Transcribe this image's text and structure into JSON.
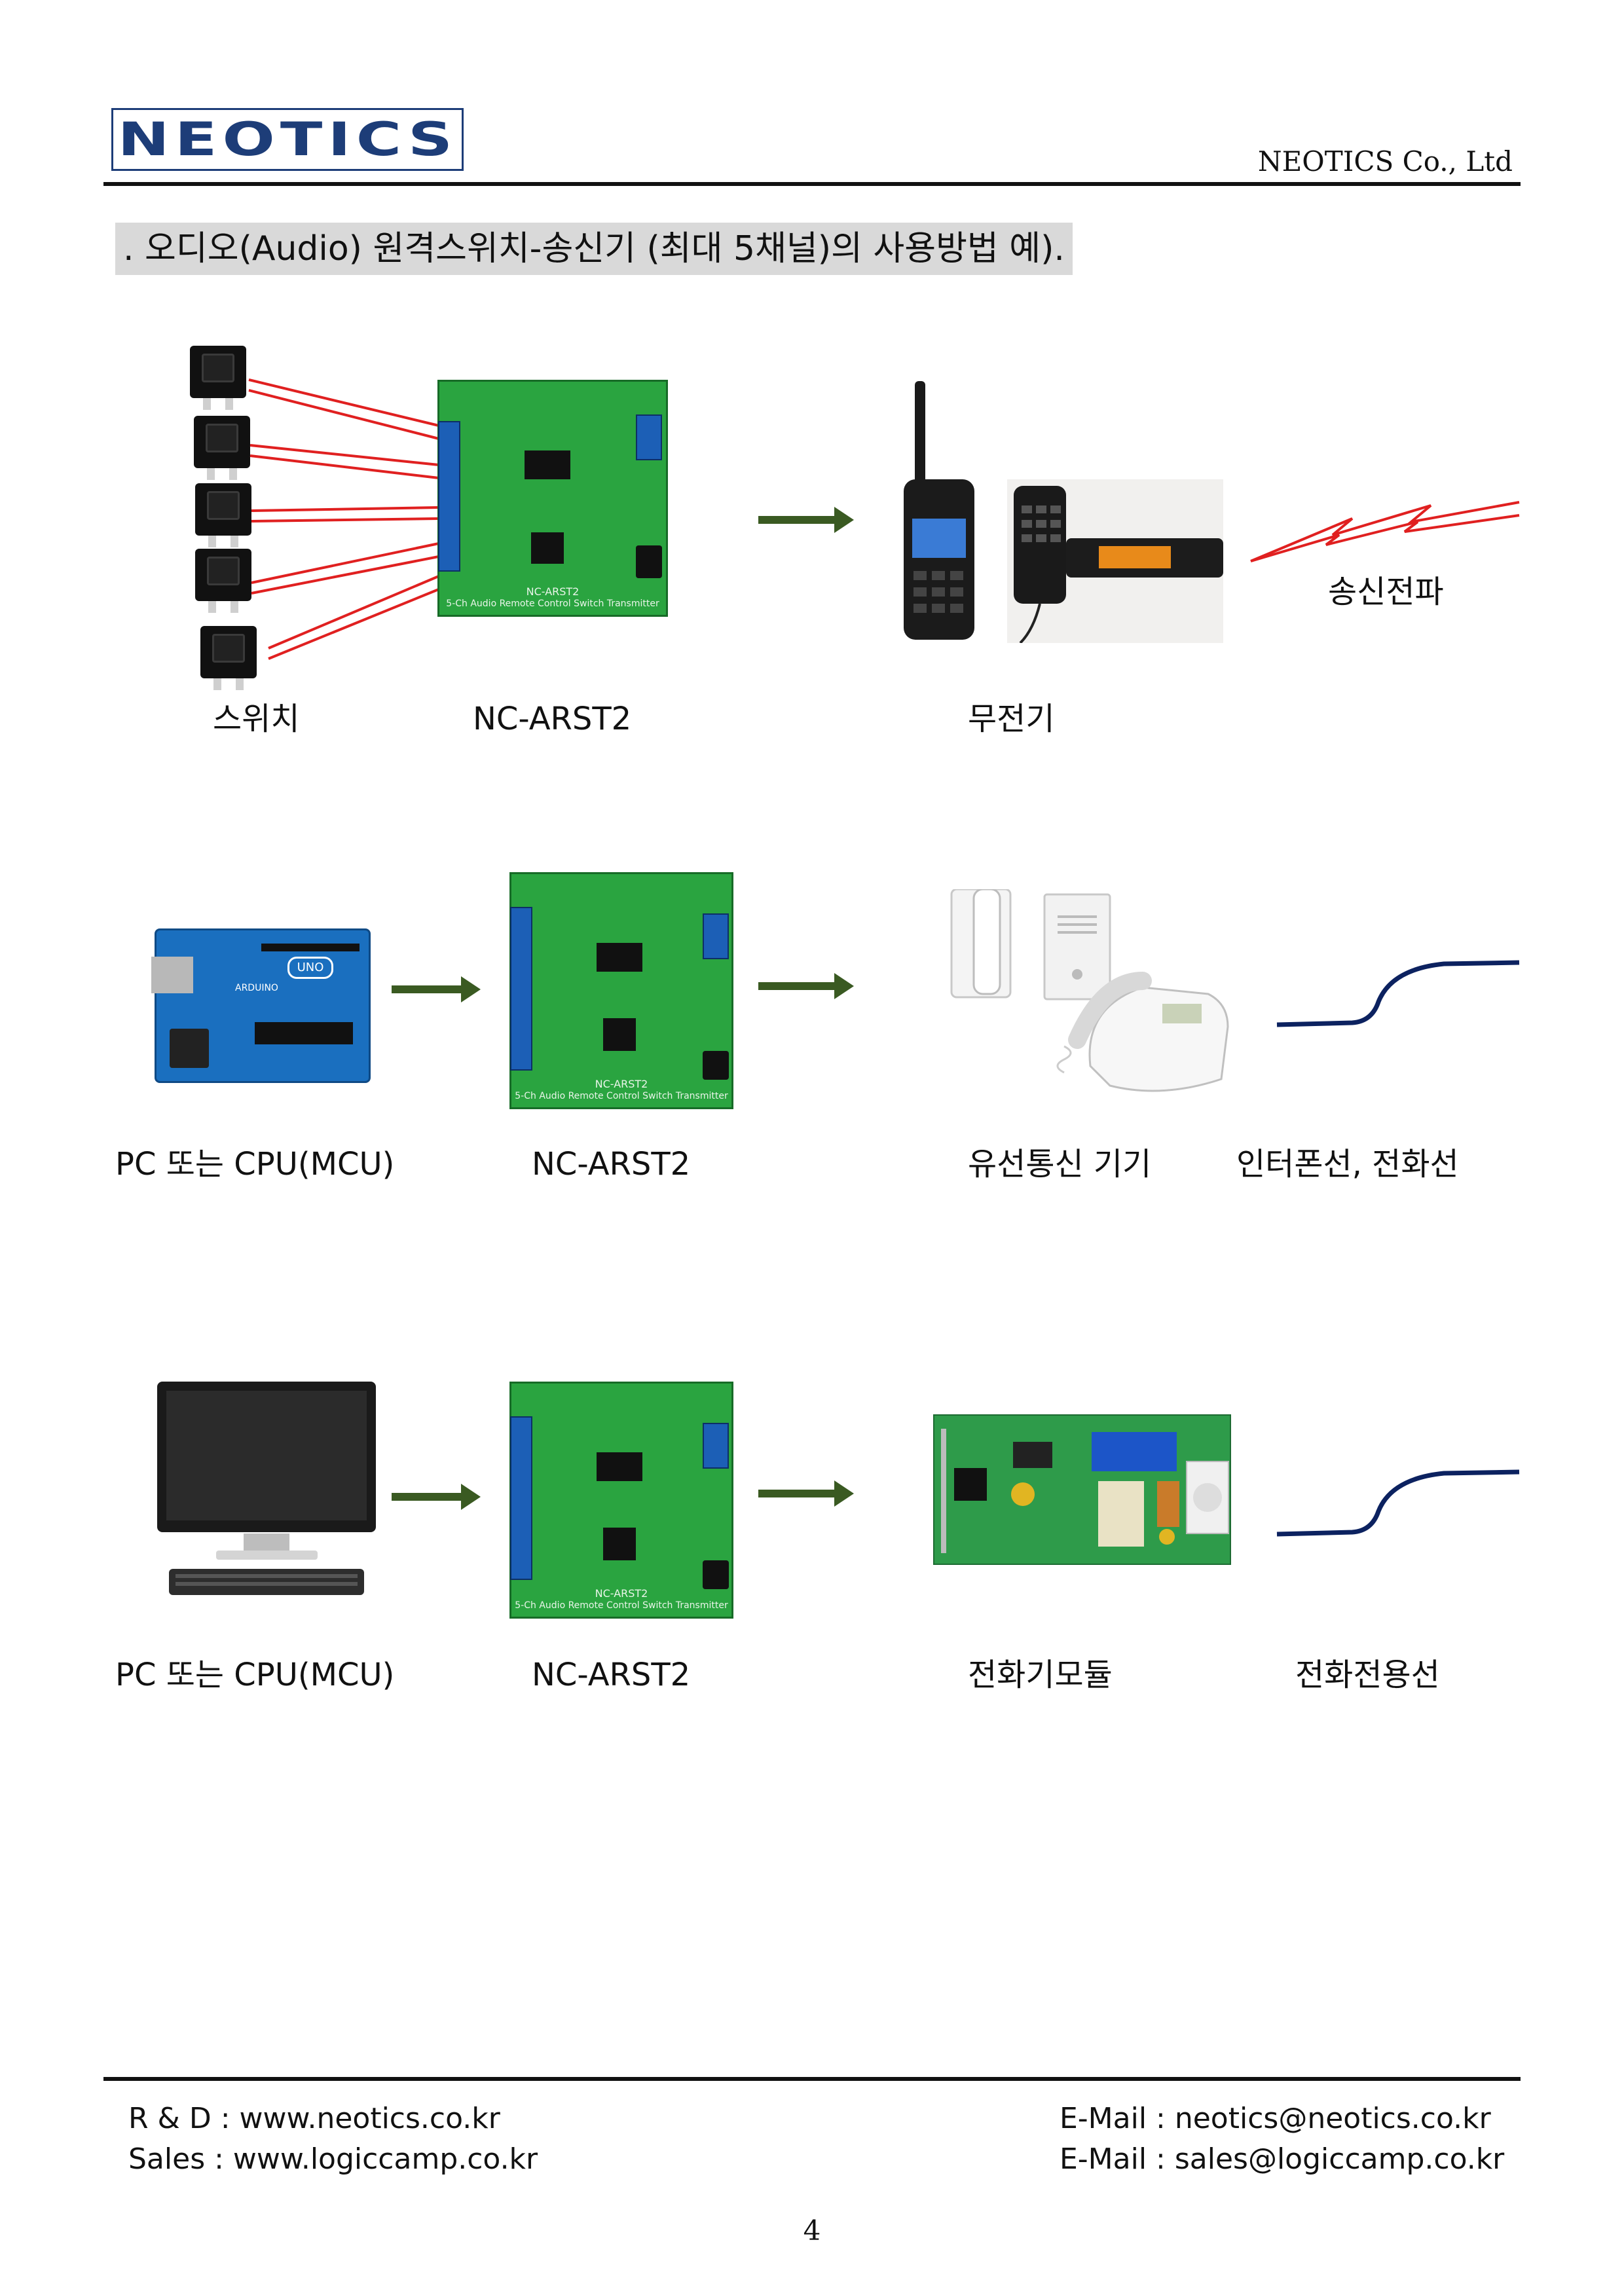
{
  "header": {
    "logo_text": "NEOTICS",
    "company": "NEOTICS Co., Ltd",
    "section_title": ". 오디오(Audio) 원격스위치-송신기 (최대 5채널)의 사용방법 예)."
  },
  "rows": [
    {
      "labels": {
        "source": "스위치",
        "device": "NC-ARST2",
        "target": "무전기",
        "signal": "송신전파"
      }
    },
    {
      "labels": {
        "source": "PC 또는 CPU(MCU)",
        "device": "NC-ARST2",
        "target": "유선통신 기기",
        "line": "인터폰선, 전화선"
      }
    },
    {
      "labels": {
        "source": "PC 또는 CPU(MCU)",
        "device": "NC-ARST2",
        "target": "전화기모듈",
        "line": "전화전용선"
      }
    }
  ],
  "board": {
    "title": "NC-ARST2",
    "subtitle": "5-Ch Audio Remote Control Switch Transmitter"
  },
  "arduino": {
    "badge": "UNO",
    "brand": "ARDUINO"
  },
  "footer": {
    "rd": "R & D : www.neotics.co.kr",
    "sales": "Sales : www.logiccamp.co.kr",
    "email1": "E-Mail : neotics@neotics.co.kr",
    "email2": "E-Mail : sales@logiccamp.co.kr",
    "page": "4"
  },
  "colors": {
    "brand": "#1d3d78",
    "board": "#2aa440",
    "arrow": "#3a5a22",
    "wire": "#e02020",
    "line": "#0c2260"
  }
}
